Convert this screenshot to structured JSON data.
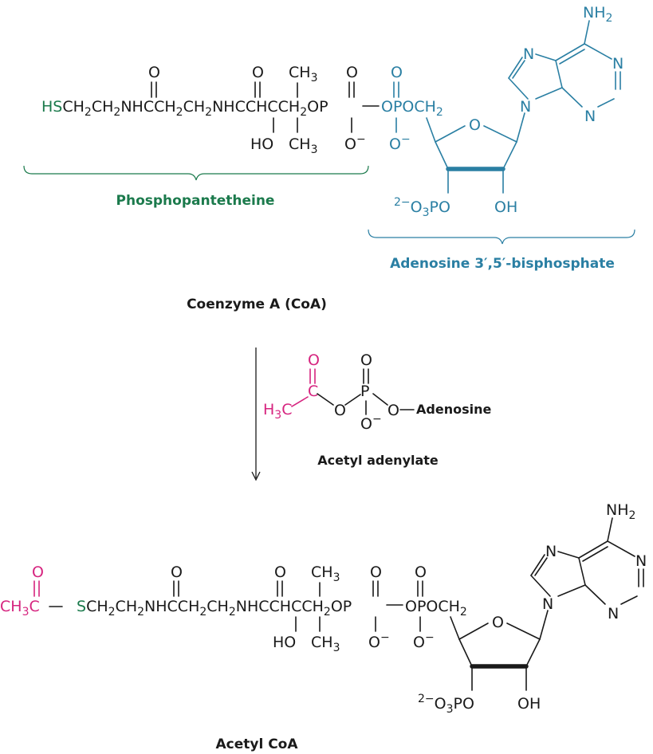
{
  "colors": {
    "black": "#1a1a1a",
    "green": "#1b7a4c",
    "teal": "#2a7fa3",
    "magenta": "#d6247f"
  },
  "coa": {
    "hs": "HS",
    "chain": "CH2CH2NHCCH2CH2NHCCHCCH2OP",
    "o_top_1": "O",
    "o_top_2": "O",
    "ch3_top": "CH3",
    "o_top_p": "O",
    "ho": "HO",
    "ch3_bottom": "CH3",
    "o_minus": "O−",
    "phosph_teal": "OPOCH2",
    "o_top_teal": "O",
    "o_minus_teal": "O−",
    "ring_o": "O",
    "phosphate_3": "2−O3PO",
    "oh": "OH",
    "nh2": "NH2",
    "n1": "N",
    "n3": "N",
    "n7": "N",
    "n9": "N",
    "label_phosphopantetheine": "Phosphopantetheine",
    "label_adenosine": "Adenosine 3′,5′-bisphosphate",
    "title": "Coenzyme A (CoA)"
  },
  "reagent": {
    "h3c": "H3C",
    "c": "C",
    "o_carbonyl": "O",
    "o_ester": "O",
    "p": "P",
    "p_o_top": "O",
    "p_o_minus": "O−",
    "o_link": "O",
    "adenosine": "Adenosine",
    "name": "Acetyl adenylate"
  },
  "acetylcoa": {
    "ch3c": "CH3C",
    "o_acetyl": "O",
    "s": "S",
    "chain": "CH2CH2NHCCH2CH2NHCCHCCH2OP",
    "o_top_1": "O",
    "o_top_2": "O",
    "ch3_top": "CH3",
    "o_top_p1": "O",
    "o_top_p2": "O",
    "ho": "HO",
    "ch3_bottom": "CH3",
    "o_minus_1": "O−",
    "o_minus_2": "O−",
    "phosph": "OPOCH2",
    "ring_o": "O",
    "phosphate_3": "2−O3PO",
    "oh": "OH",
    "nh2": "NH2",
    "n1": "N",
    "n3": "N",
    "n7": "N",
    "n9": "N",
    "title": "Acetyl CoA"
  }
}
